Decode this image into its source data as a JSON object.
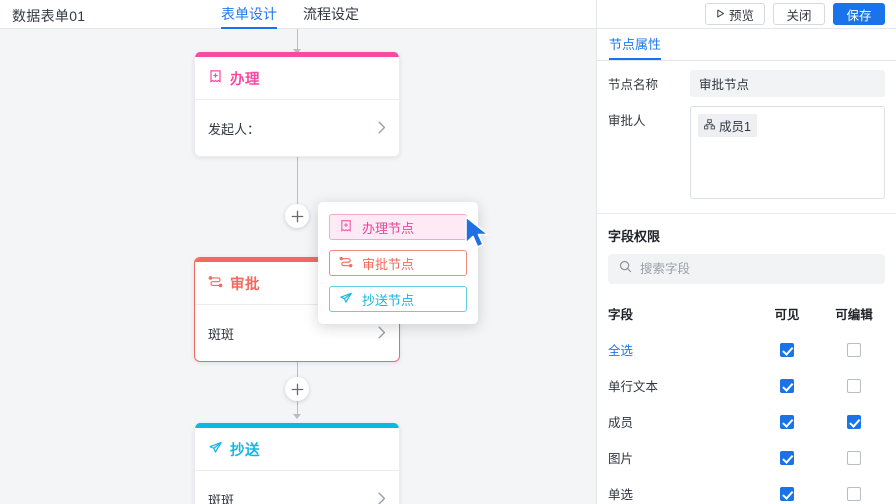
{
  "topbar": {
    "form_title": "数据表单01",
    "tabs": [
      {
        "label": "表单设计",
        "active": true
      },
      {
        "label": "流程设定",
        "active": false
      }
    ]
  },
  "flow": {
    "nodes": [
      {
        "type": "handle",
        "title": "办理",
        "icon": "ticket-plus-icon",
        "body_text": "发起人：",
        "color": "#f54ba0",
        "selected": false
      },
      {
        "type": "approval",
        "title": "审批",
        "icon": "branch-flow-icon",
        "body_text": "斑斑",
        "color": "#f4695f",
        "selected": true
      },
      {
        "type": "cc",
        "title": "抄送",
        "icon": "paper-plane-icon",
        "body_text": "斑斑",
        "color": "#14b6e4",
        "selected": false
      }
    ],
    "add_button_label": "+",
    "menu": {
      "items": [
        {
          "label": "办理节点",
          "icon": "ticket-plus-icon",
          "color": "#ee5faa",
          "highlighted": true
        },
        {
          "label": "审批节点",
          "icon": "branch-flow-icon",
          "color": "#f2695d",
          "highlighted": false
        },
        {
          "label": "抄送节点",
          "icon": "paper-plane-icon",
          "color": "#16b4e2",
          "highlighted": false
        }
      ]
    }
  },
  "panel": {
    "actions": {
      "preview_label": "预览",
      "preview_icon": "play-icon",
      "close_label": "关闭",
      "save_label": "保存"
    },
    "tab_label": "节点属性",
    "node_name_label": "节点名称",
    "node_name_value": "审批节点",
    "approver_label": "审批人",
    "approver_tags": [
      {
        "label": "成员1",
        "icon": "org-chart-icon"
      }
    ],
    "permissions": {
      "title": "字段权限",
      "search_placeholder": "搜索字段",
      "search_value": "",
      "search_icon": "search-icon",
      "columns": [
        "字段",
        "可见",
        "可编辑"
      ],
      "rows": [
        {
          "field": "全选",
          "is_link": true,
          "visible": true,
          "editable": false
        },
        {
          "field": "单行文本",
          "is_link": false,
          "visible": true,
          "editable": false
        },
        {
          "field": "成员",
          "is_link": false,
          "visible": true,
          "editable": true
        },
        {
          "field": "图片",
          "is_link": false,
          "visible": true,
          "editable": false
        },
        {
          "field": "单选",
          "is_link": false,
          "visible": true,
          "editable": false
        }
      ]
    }
  },
  "colors": {
    "accent_blue": "#1a73e8",
    "pink": "#f54ba0",
    "red": "#f4695f",
    "cyan": "#14b6e4",
    "canvas_bg": "#f4f5f7"
  }
}
